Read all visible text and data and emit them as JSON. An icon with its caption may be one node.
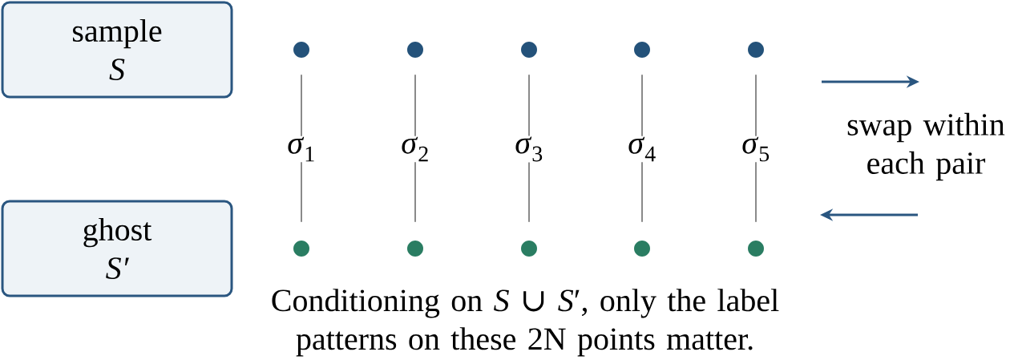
{
  "diagram": {
    "caption": "Conditioning on *S* ∪ *S*′, only the label patterns on these 2N points matter.",
    "nodes": [
      {
        "text": [
          "sample",
          "S"
        ]
      },
      {
        "text": [
          "ghost",
          "S′"
        ]
      },
      {
        "text": [],
        "shape": "circle"
      },
      {
        "text": [],
        "shape": "circle"
      },
      {
        "text": [],
        "shape": "circle"
      },
      {
        "text": [],
        "shape": "circle"
      },
      {
        "text": [],
        "shape": "circle"
      },
      {
        "text": [],
        "shape": "circle"
      },
      {
        "text": [],
        "shape": "circle"
      },
      {
        "text": [],
        "shape": "circle"
      },
      {
        "text": [],
        "shape": "circle"
      },
      {
        "text": [],
        "shape": "circle"
      }
    ],
    "edges": [
      {
        "from": 2,
        "to": 7,
        "arrow": "none",
        "label": "*σ*$_{1}$"
      },
      {
        "from": 3,
        "to": 8,
        "arrow": "none",
        "label": "*σ*$_{2}$"
      },
      {
        "from": 4,
        "to": 9,
        "arrow": "none",
        "label": "*σ*$_{3}$"
      },
      {
        "from": 5,
        "to": 10,
        "arrow": "none",
        "label": "*σ*$_{4}$"
      },
      {
        "from": 6,
        "to": 11,
        "arrow": "none",
        "label": "*σ*$_{5}$"
      }
    ],
    "labels": [
      "swap within each pair"
    ]
  }
}
